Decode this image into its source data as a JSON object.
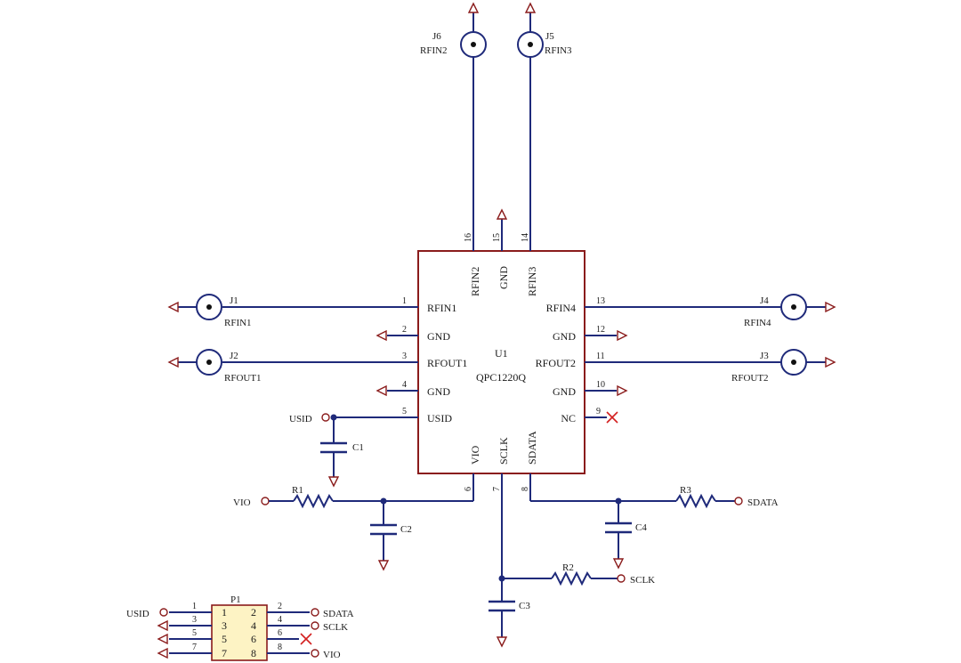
{
  "colors": {
    "wire": "#1f2a7a",
    "component": "#8a1c1c",
    "text": "#1a1a1a"
  },
  "u1": {
    "ref": "U1",
    "part": "QPC1220Q",
    "pins": {
      "p1": {
        "num": "1",
        "name": "RFIN1"
      },
      "p2": {
        "num": "2",
        "name": "GND"
      },
      "p3": {
        "num": "3",
        "name": "RFOUT1"
      },
      "p4": {
        "num": "4",
        "name": "GND"
      },
      "p5": {
        "num": "5",
        "name": "USID"
      },
      "p6": {
        "num": "6",
        "name": "VIO"
      },
      "p7": {
        "num": "7",
        "name": "SCLK"
      },
      "p8": {
        "num": "8",
        "name": "SDATA"
      },
      "p9": {
        "num": "9",
        "name": "NC"
      },
      "p10": {
        "num": "10",
        "name": "GND"
      },
      "p11": {
        "num": "11",
        "name": "RFOUT2"
      },
      "p12": {
        "num": "12",
        "name": "GND"
      },
      "p13": {
        "num": "13",
        "name": "RFIN4"
      },
      "p14": {
        "num": "14",
        "name": "RFIN3"
      },
      "p15": {
        "num": "15",
        "name": "GND"
      },
      "p16": {
        "num": "16",
        "name": "RFIN2"
      }
    }
  },
  "connectors": {
    "j1": {
      "ref": "J1",
      "net": "RFIN1"
    },
    "j2": {
      "ref": "J2",
      "net": "RFOUT1"
    },
    "j3": {
      "ref": "J3",
      "net": "RFOUT2"
    },
    "j4": {
      "ref": "J4",
      "net": "RFIN4"
    },
    "j5": {
      "ref": "J5",
      "net": "RFIN3"
    },
    "j6": {
      "ref": "J6",
      "net": "RFIN2"
    }
  },
  "passives": {
    "c1": "C1",
    "c2": "C2",
    "c3": "C3",
    "c4": "C4",
    "r1": "R1",
    "r2": "R2",
    "r3": "R3"
  },
  "nets": {
    "usid": "USID",
    "vio": "VIO",
    "sclk": "SCLK",
    "sdata": "SDATA"
  },
  "p1_header": {
    "ref": "P1",
    "outer_left": [
      "1",
      "3",
      "5",
      "7"
    ],
    "outer_right": [
      "2",
      "4",
      "6",
      "8"
    ],
    "inner_left": [
      "1",
      "3",
      "5",
      "7"
    ],
    "inner_right": [
      "2",
      "4",
      "6",
      "8"
    ],
    "nets_left": [
      "USID"
    ],
    "nets_right": [
      "SDATA",
      "SCLK",
      "",
      "VIO"
    ]
  }
}
